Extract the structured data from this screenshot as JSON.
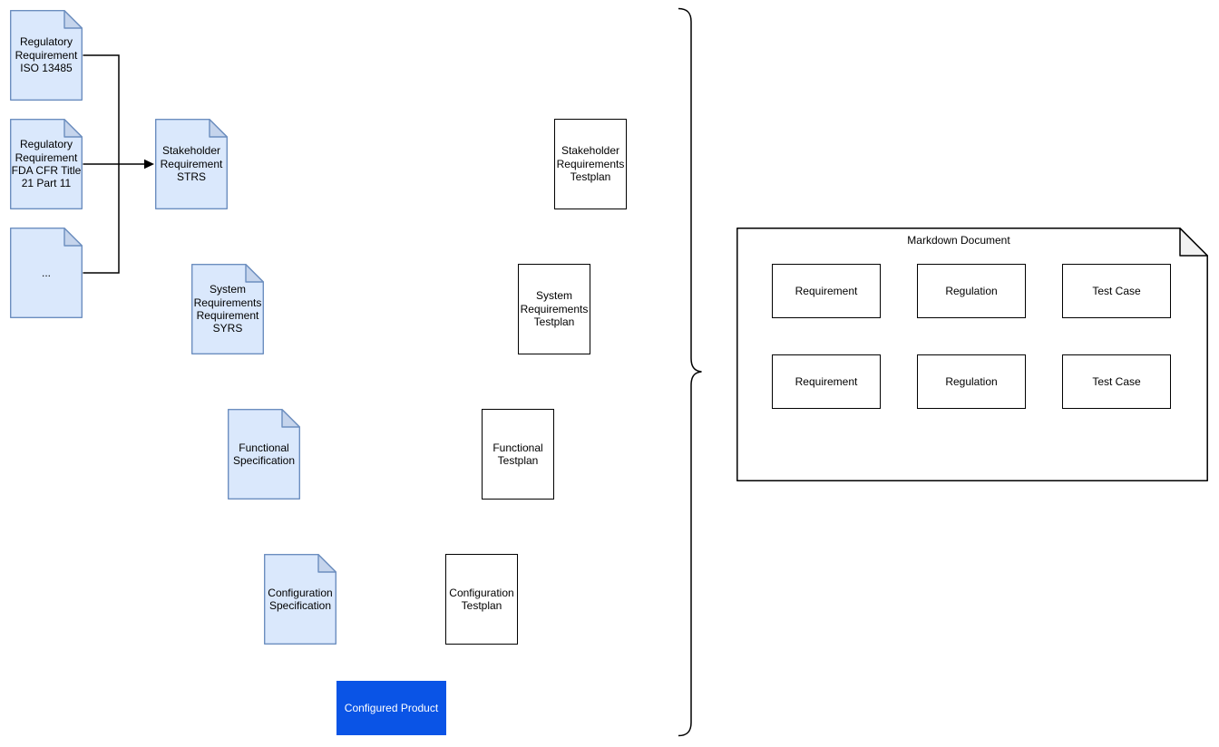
{
  "colors": {
    "canvas_bg": "#ffffff",
    "doc_fill": "#dae8fc",
    "doc_stroke": "#6c8ebf",
    "doc_fold_fill": "#c5d4ec",
    "testplan_fill": "#ffffff",
    "testplan_stroke": "#000000",
    "product_fill": "#0a54e6",
    "product_text": "#ffffff",
    "markdown_fill": "#ffffff",
    "markdown_stroke": "#000000",
    "markdown_fold_fill": "#f2f2f2",
    "connector_stroke": "#000000",
    "text_color": "#000000"
  },
  "nodes": {
    "regulatory_iso": {
      "label": "Regulatory\nRequirement\nISO 13485"
    },
    "regulatory_fda": {
      "label": "Regulatory\nRequirement\nFDA CFR Title\n21 Part 11"
    },
    "regulatory_other": {
      "label": "..."
    },
    "stakeholder_requirement": {
      "label": "Stakeholder\nRequirement\nSTRS"
    },
    "system_requirements": {
      "label": "System\nRequirements\nRequirement\nSYRS"
    },
    "functional_specification": {
      "label": "Functional\nSpecification"
    },
    "configuration_specification": {
      "label": "Configuration\nSpecification"
    },
    "configured_product": {
      "label": "Configured Product"
    },
    "stakeholder_testplan": {
      "label": "Stakeholder\nRequirements\nTestplan"
    },
    "system_testplan": {
      "label": "System\nRequirements\nTestplan"
    },
    "functional_testplan": {
      "label": "Functional\nTestplan"
    },
    "configuration_testplan": {
      "label": "Configuration\nTestplan"
    }
  },
  "markdown_document": {
    "title": "Markdown Document",
    "cells": [
      [
        "Requirement",
        "Regulation",
        "Test Case"
      ],
      [
        "Requirement",
        "Regulation",
        "Test Case"
      ]
    ]
  }
}
